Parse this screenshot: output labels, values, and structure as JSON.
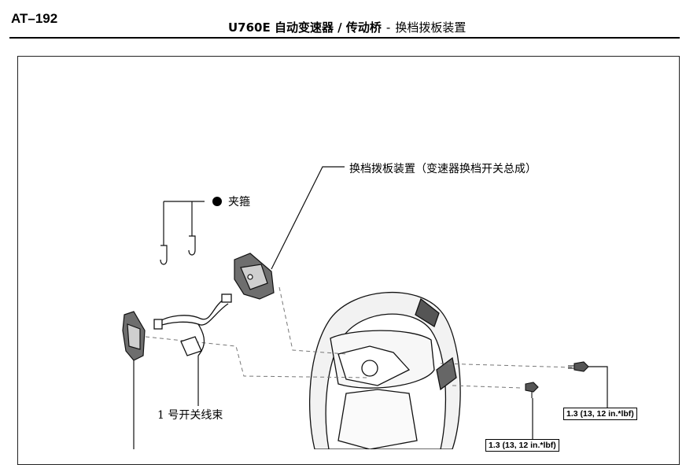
{
  "header": {
    "page_code": "AT–192",
    "model": "U760E 自动变速器 / 传动桥",
    "separator": "-",
    "section": "换档拨板装置"
  },
  "figure": {
    "labels": {
      "paddle_assembly": "换档拨板装置（变速器换档开关总成）",
      "clip": "夹箍",
      "wire_harness": "1 号开关线束"
    },
    "torque_specs": [
      "1.3 (13, 12 in.*lbf)",
      "1.3 (13, 12 in.*lbf)"
    ]
  }
}
